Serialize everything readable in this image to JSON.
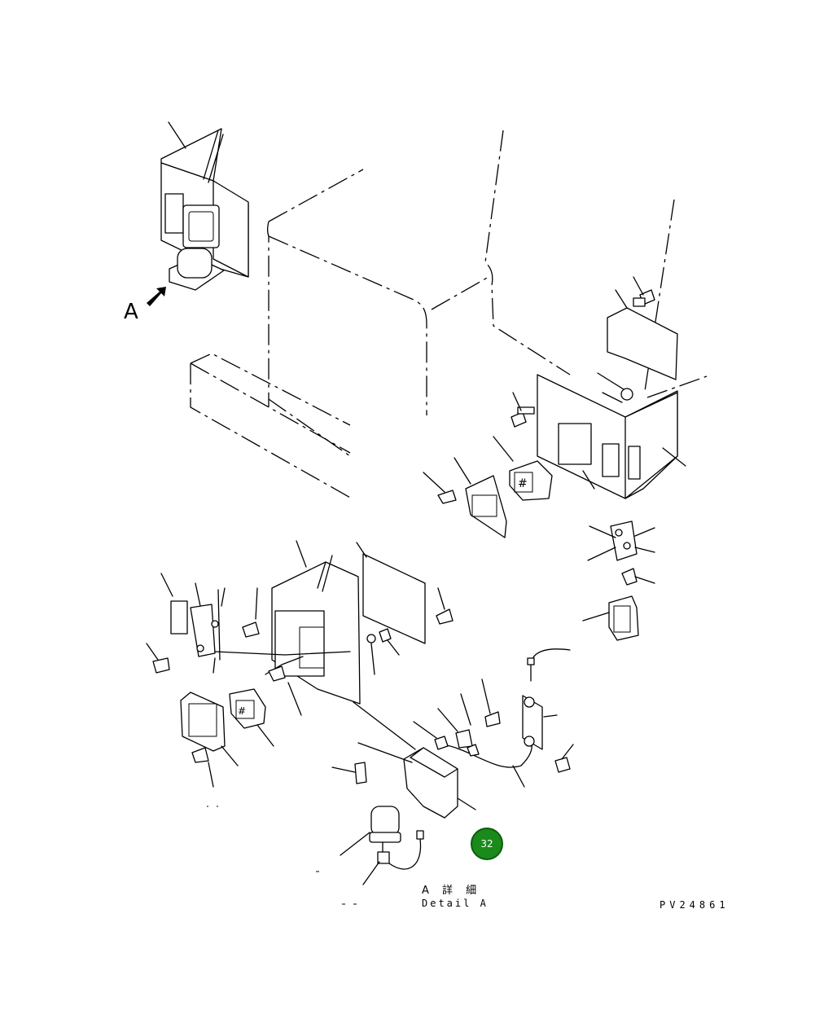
{
  "view_marker": {
    "label": "A"
  },
  "detail_caption": {
    "japanese": "A 詳 細",
    "english": "Detail A"
  },
  "drawing_number": "PV24861",
  "page_badge": {
    "number": "32",
    "color": "#1a8a1a"
  },
  "icons": [
    "view-arrow-icon",
    "lamp-lens-hash-icon",
    "rotating-beacon-icon"
  ]
}
